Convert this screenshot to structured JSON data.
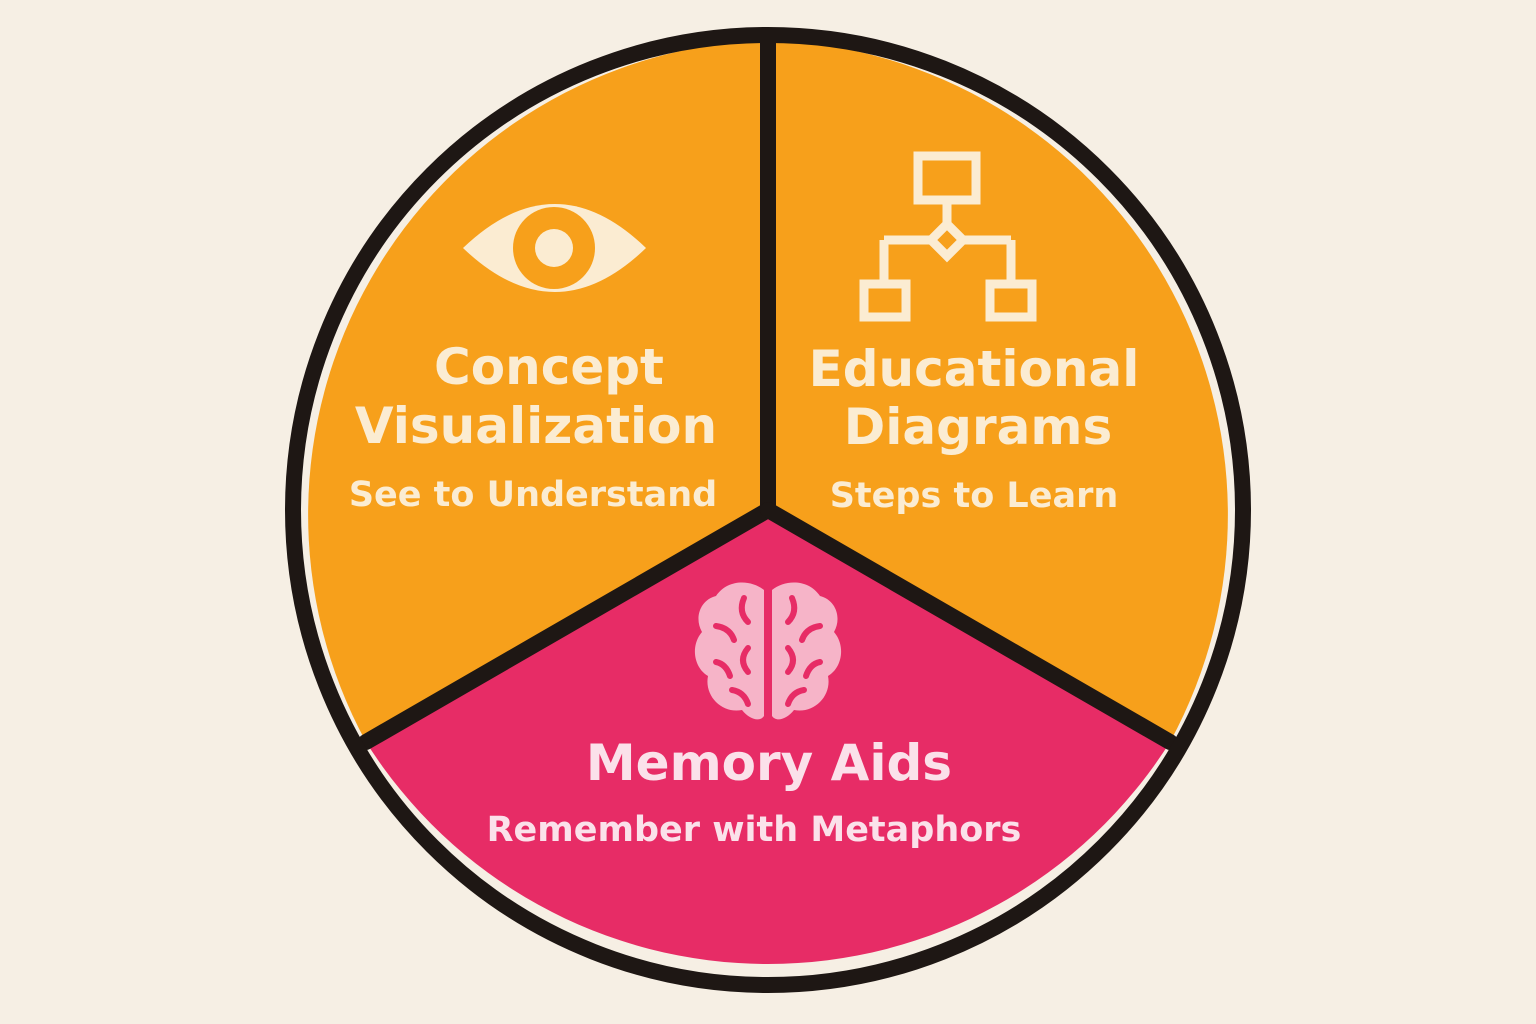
{
  "colors": {
    "background": "#f6efe4",
    "outline": "#1e1714",
    "orange": "#f7a01b",
    "pink": "#e72c66",
    "label_on_orange": "#fbecd2",
    "label_on_pink": "#fbe1ea",
    "icon_on_orange": "#fbecd2",
    "icon_on_pink": "#f6b4c8"
  },
  "segments": [
    {
      "id": "concept-visualization",
      "icon": "eye-icon",
      "title_lines": [
        "Concept",
        "Visualization"
      ],
      "subtitle": "See to Understand"
    },
    {
      "id": "educational-diagrams",
      "icon": "flowchart-icon",
      "title_lines": [
        "Educational",
        "Diagrams"
      ],
      "subtitle": "Steps to Learn"
    },
    {
      "id": "memory-aids",
      "icon": "brain-icon",
      "title_lines": [
        "Memory Aids"
      ],
      "subtitle": "Remember with Metaphors"
    }
  ]
}
